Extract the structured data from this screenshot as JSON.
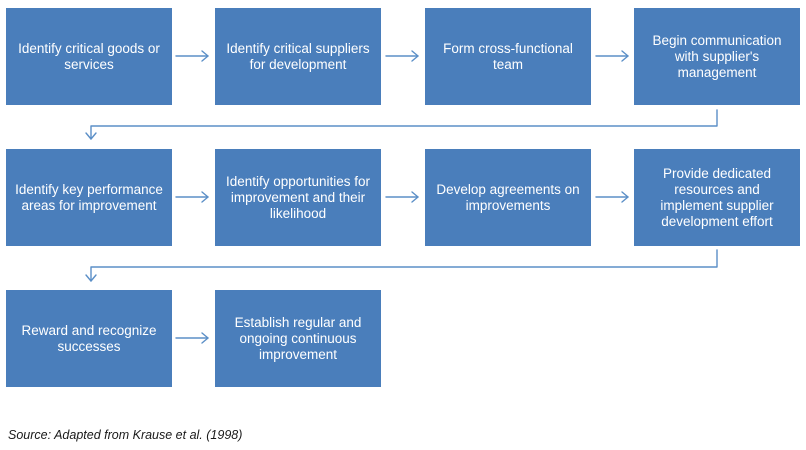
{
  "colors": {
    "box_fill": "#4a7ebb",
    "box_text": "#ffffff",
    "arrow": "#5b8fc7"
  },
  "steps": [
    "Identify critical goods or services",
    "Identify critical suppliers for development",
    "Form cross-functional team",
    "Begin communication with supplier's management",
    "Identify key performance areas for improvement",
    "Identify opportunities for improvement and their likelihood",
    "Develop agreements on improvements",
    "Provide dedicated resources and implement supplier development effort",
    "Reward and recognize successes",
    "Establish regular and ongoing continuous improvement"
  ],
  "source": "Source: Adapted from Krause et al. (1998)"
}
